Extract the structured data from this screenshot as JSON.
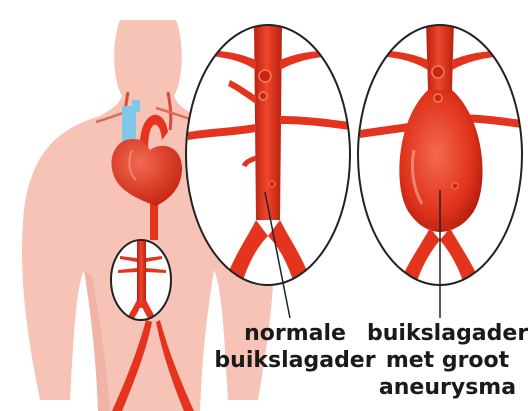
{
  "labels": {
    "normal": [
      "normale",
      "buikslagader"
    ],
    "aneurysm": [
      "buikslagader",
      "met groot",
      "aneurysma"
    ]
  },
  "colors": {
    "skin": "#f6c3b6",
    "skin_shadow": "#efa999",
    "artery": "#e5341d",
    "artery_dark": "#b8200f",
    "vein": "#7fc8ea",
    "heart": "#e2361f",
    "outline": "#222222",
    "background": "#ffffff"
  }
}
